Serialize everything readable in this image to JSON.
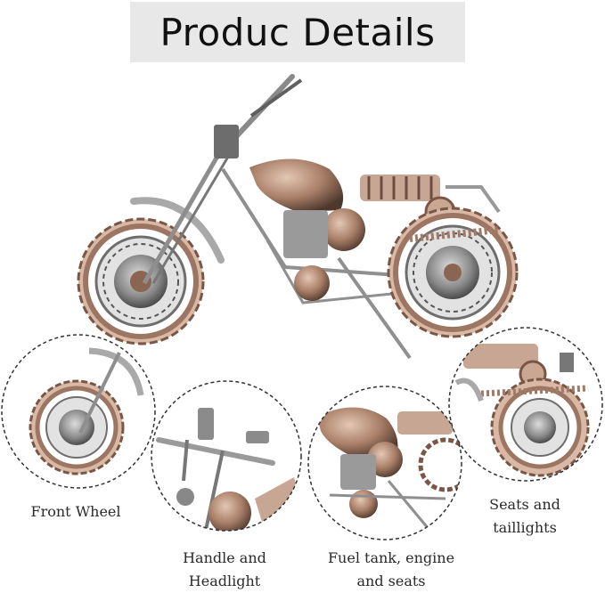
{
  "page": {
    "title": "Produc Details"
  },
  "details": [
    {
      "caption_lines": [
        "Front Wheel"
      ]
    },
    {
      "caption_lines": [
        "Handle and",
        "Headlight"
      ]
    },
    {
      "caption_lines": [
        "Fuel tank, engine",
        "and seats"
      ]
    },
    {
      "caption_lines": [
        "Seats and",
        "taillights"
      ]
    }
  ],
  "colors": {
    "banner": "#e8e8e8",
    "bronze": "#b8917a",
    "bronze_dark": "#6b4e3f",
    "steel": "#8c8c8c",
    "dashed_border": "#333333"
  }
}
